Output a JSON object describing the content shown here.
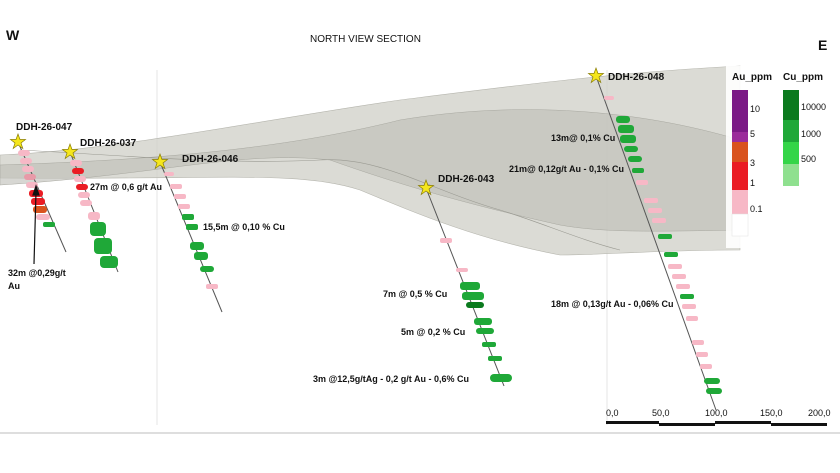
{
  "section": {
    "title": "NORTH VIEW SECTION",
    "west_label": "W",
    "east_label": "E"
  },
  "drillholes": [
    {
      "id": "DDH-26-047"
    },
    {
      "id": "DDH-26-037"
    },
    {
      "id": "DDH-26-046"
    },
    {
      "id": "DDH-26-043"
    },
    {
      "id": "DDH-26-048"
    }
  ],
  "intercepts": [
    {
      "text": "27m @ 0,6 g/t Au"
    },
    {
      "text": "32m @0,29g/t"
    },
    {
      "text": "Au"
    },
    {
      "text": "15,5m @ 0,10 % Cu"
    },
    {
      "text": "13m@ 0,1% Cu"
    },
    {
      "text": "21m@ 0,12g/t Au -  0,1% Cu"
    },
    {
      "text": "7m @ 0,5 % Cu"
    },
    {
      "text": "5m @ 0,2 % Cu"
    },
    {
      "text": "3m @12,5g/tAg - 0,2 g/t Au -  0,6% Cu"
    },
    {
      "text": "18m @ 0,13g/t Au -  0,06% Cu"
    }
  ],
  "legend": {
    "au_title": "Au_ppm",
    "cu_title": "Cu_ppm",
    "au_levels": [
      {
        "value": "10",
        "color": "#7b1a86"
      },
      {
        "value": "5",
        "color": "#9b2c9b"
      },
      {
        "value": "3",
        "color": "#d9531e"
      },
      {
        "value": "1",
        "color": "#ea1c24"
      },
      {
        "value": "0.1",
        "color": "#f7b8c6"
      }
    ],
    "cu_levels": [
      {
        "value": "10000",
        "color": "#0b7a1e"
      },
      {
        "value": "1000",
        "color": "#1fa838"
      },
      {
        "value": "500",
        "color": "#34d548"
      }
    ]
  },
  "scale_bar": {
    "ticks": [
      "0,0",
      "50,0",
      "100,0",
      "150,0",
      "200,0"
    ]
  },
  "colors": {
    "surface": "#c9c9c2",
    "trace": "#555555",
    "star": "#f5e61c"
  }
}
